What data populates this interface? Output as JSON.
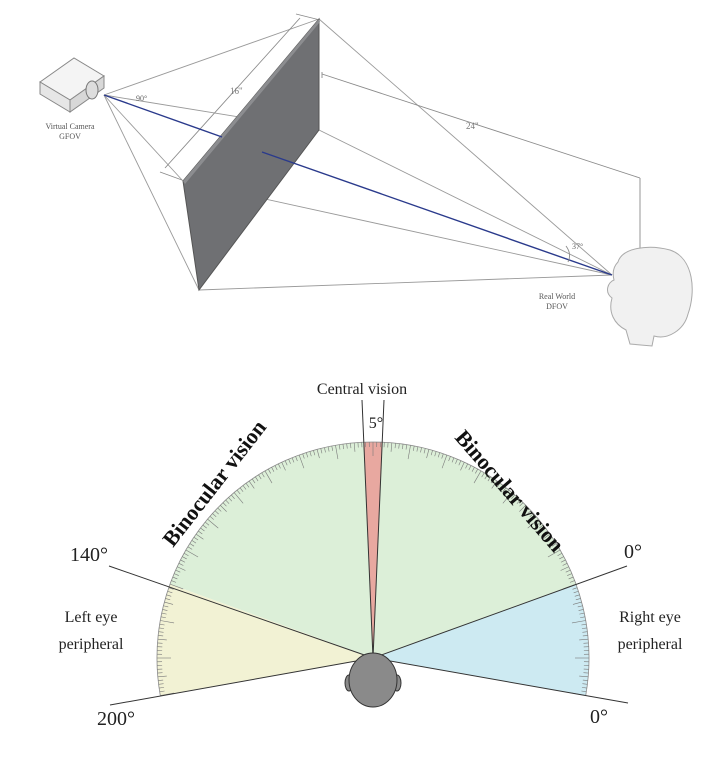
{
  "top_diagram": {
    "camera_label_line1": "Virtual Camera",
    "camera_label_line2": "GFOV",
    "camera_angle": "90°",
    "screen_size": "16\"",
    "viewing_distance": "24\"",
    "eye_angle": "37°",
    "viewer_label_line1": "Real World",
    "viewer_label_line2": "DFOV"
  },
  "bottom_diagram": {
    "central_title": "Central vision",
    "central_angle": "5°",
    "binocular_left": "Binocular vision",
    "binocular_right": "Binocular vision",
    "left_top_angle": "140°",
    "right_top_angle": "0°",
    "left_bottom_angle": "200°",
    "right_bottom_angle": "0°",
    "left_peripheral_line1": "Left eye",
    "left_peripheral_line2": "peripheral",
    "right_peripheral_line1": "Right eye",
    "right_peripheral_line2": "peripheral",
    "colors": {
      "central": "#e8a8a0",
      "binocular": "#dcefd8",
      "left_peripheral": "#f2f2d4",
      "right_peripheral": "#cdeaf2",
      "screen": "#6f7073",
      "sightline": "#2a3a8c"
    }
  }
}
